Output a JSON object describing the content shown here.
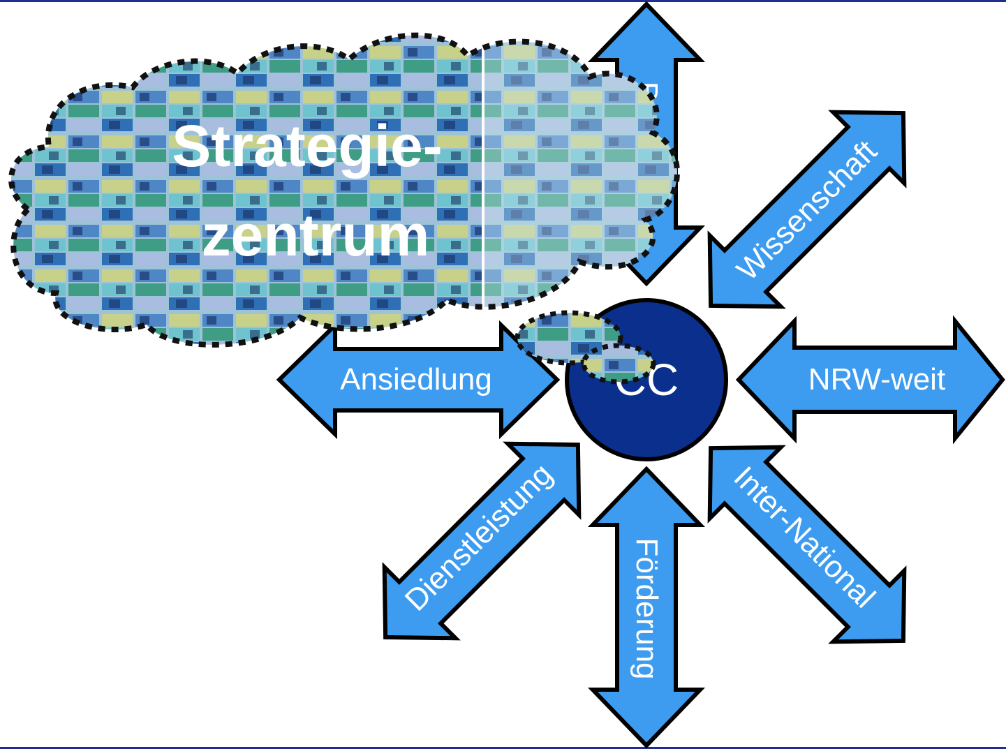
{
  "cloud": {
    "title_line1": "Strategie-",
    "title_line2": "zentrum"
  },
  "center": {
    "label": "CC"
  },
  "arrows": [
    {
      "id": "north",
      "label": "Beratung"
    },
    {
      "id": "northeast",
      "label": "Wissenschaft"
    },
    {
      "id": "east",
      "label": "NRW-weit"
    },
    {
      "id": "southeast",
      "label": "Inter-National"
    },
    {
      "id": "south",
      "label": "Förderung"
    },
    {
      "id": "southwest",
      "label": "Dienstleistung"
    },
    {
      "id": "west",
      "label": "Ansiedlung"
    }
  ],
  "colors": {
    "arrow_fill": "#3d9cf0",
    "center_fill": "#0a2f8c",
    "frame_line": "#1f2f8f"
  }
}
